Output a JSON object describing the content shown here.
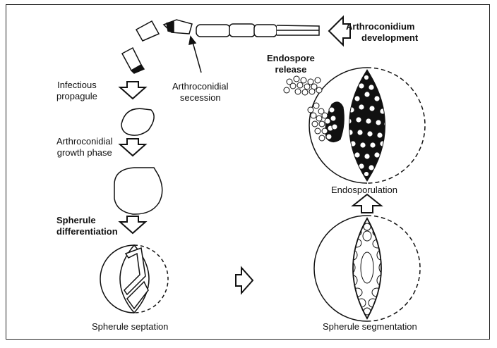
{
  "labels": {
    "arthroconidium_development": [
      "Arthroconidium",
      "development"
    ],
    "endospore_release": [
      "Endospore",
      "release"
    ],
    "infectious_propagule": [
      "Infectious",
      "propagule"
    ],
    "arthroconidial_secession": [
      "Arthroconidial",
      "secession"
    ],
    "arthroconidial_growth_phase": [
      "Arthroconidial",
      "growth phase"
    ],
    "spherule_differentiation": [
      "Spherule",
      "differentiation"
    ],
    "endosporulation": "Endosporulation",
    "spherule_septation": "Spherule septation",
    "spherule_segmentation": "Spherule segmentation"
  },
  "colors": {
    "ink": "#111111",
    "background": "#ffffff"
  }
}
